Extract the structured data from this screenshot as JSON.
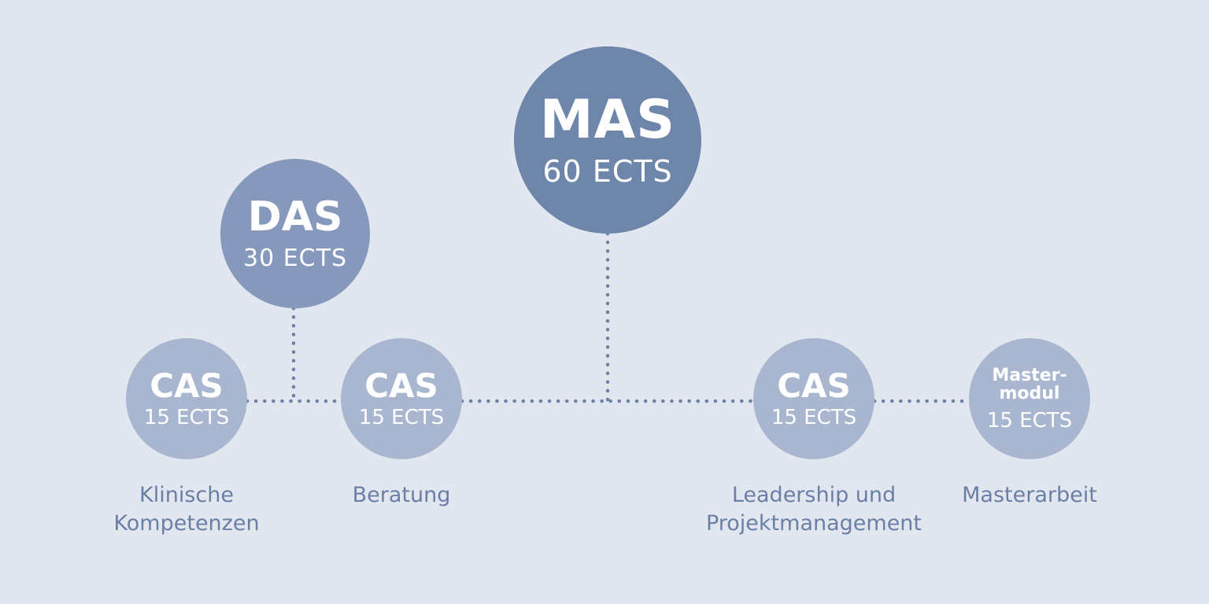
{
  "colors": {
    "background": "#e2e7ef",
    "mas": "#6f86ab",
    "das": "#8699bd",
    "cas": "#a9b6d0",
    "line": "#6c81a8",
    "label_text": "#6a7fa6"
  },
  "nodes": {
    "mas": {
      "abbr": "MAS",
      "ects": "60 ECTS"
    },
    "das": {
      "abbr": "DAS",
      "ects": "30 ECTS"
    },
    "cas_1": {
      "abbr": "CAS",
      "ects": "15 ECTS",
      "label": "Klinische\nKompetenzen"
    },
    "cas_2": {
      "abbr": "CAS",
      "ects": "15 ECTS",
      "label": "Beratung"
    },
    "cas_3": {
      "abbr": "CAS",
      "ects": "15 ECTS",
      "label": "Leadership und\nProjektmanagement"
    },
    "master": {
      "abbr": "Master-\nmodul",
      "ects": "15 ECTS",
      "label": "Masterarbeit"
    }
  }
}
